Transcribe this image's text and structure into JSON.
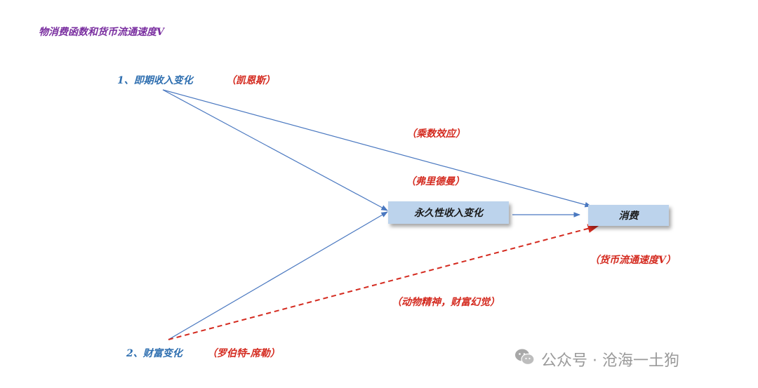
{
  "title": "物消费函数和货币流通速度V",
  "nodes": {
    "current_income": "1、即期收入变化",
    "current_income_note": "（凯恩斯）",
    "wealth": "2、财富变化",
    "wealth_note": "（罗伯特-席勒）",
    "permanent_income": "永久性收入变化",
    "consumption": "消费"
  },
  "edge_labels": {
    "multiplier": "（乘数效应）",
    "friedman": "（弗里德曼）",
    "velocity": "（货币流通速度V）",
    "animal_spirits": "（动物精神，财富幻觉）"
  },
  "watermark": {
    "icon": "wechat-icon",
    "text": "公众号 · 沧海一土狗"
  },
  "colors": {
    "title": "#7a2fa0",
    "node_text": "#2f6fb0",
    "annotation": "#d42a1f",
    "arrow": "#4a78c0",
    "box_fill": "#bcd3ec",
    "dashed_arrow": "#d42a1f"
  }
}
